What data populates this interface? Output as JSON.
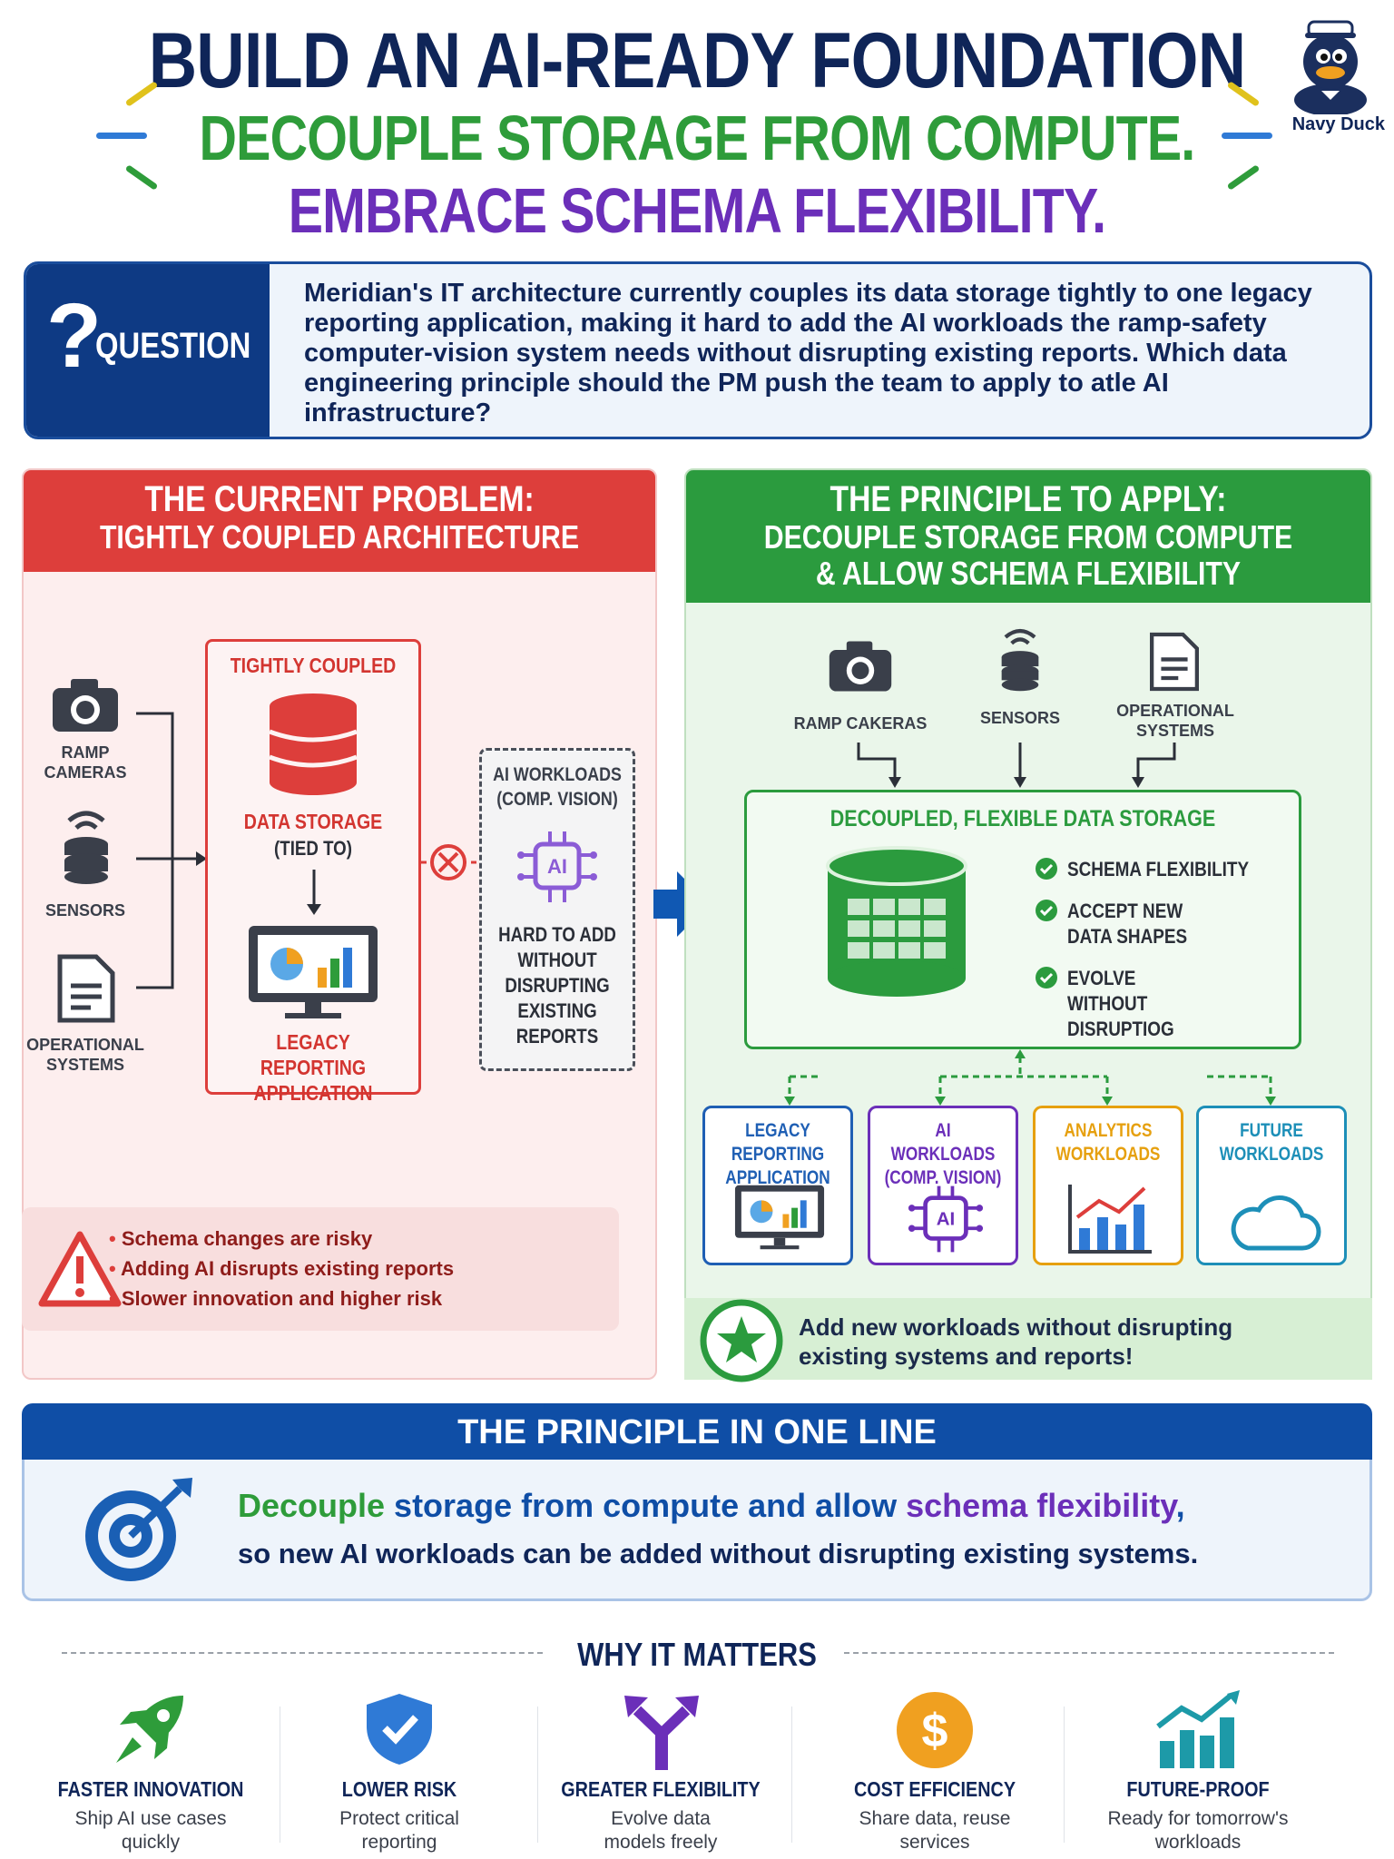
{
  "header": {
    "title": "BUILD AN AI-READY FOUNDATION",
    "subtitle_green": "DECOUPLE STORAGE FROM COMPUTE.",
    "subtitle_purple": "EMBRACE SCHEMA FLEXIBILITY.",
    "mascot_label": "Navy Duck"
  },
  "question": {
    "label": "QUESTION",
    "text": "Meridian's IT architecture currently couples its data storage tightly to one legacy reporting application, making it hard to add the AI workloads the ramp-safety computer-vision system needs without disrupting existing reports. Which data engineering principle should the PM push the team to apply to atle AI infrastructure?"
  },
  "problem": {
    "heading_line1": "THE CURRENT PROBLEM:",
    "heading_line2": "TIGHTLY COUPLED ARCHITECTURE",
    "sources": [
      "RAMP CAMERAS",
      "SENSORS",
      "OPERATIONAL SYSTEMS"
    ],
    "coupled_title": "TIGHTLY COUPLED",
    "storage_label": "DATA STORAGE",
    "tied_to": "(TIED TO)",
    "legacy_label": "LEGACY REPORTING APPLICATION",
    "ai_title": "AI WORKLOADS (COMP. VISION)",
    "ai_hard": "HARD TO ADD WITHOUT DISRUPTING EXISTING REPORTS",
    "risks": [
      "Schema changes are risky",
      "Adding AI disrupts existing reports",
      "Slower innovation and higher risk"
    ]
  },
  "principle": {
    "heading_line1": "THE PRINCIPLE TO APPLY:",
    "heading_line2": "DECOUPLE STORAGE FROM COMPUTE",
    "heading_line3": "& ALLOW SCHEMA FLEXIBILITY",
    "sources": [
      "RAMP CAKERAS",
      "SENSORS",
      "OPERATIONAL SYSTEMS"
    ],
    "storage_title": "DECOUPLED, FLEXIBLE DATA STORAGE",
    "features": [
      "SCHEMA FLEXIBILITY",
      "ACCEPT NEW DATA SHAPES",
      "EVOLVE WITHOUT DISRUPTIOG"
    ],
    "workloads": [
      {
        "label": "LEGACY REPORTING APPLICATION",
        "color": "#1f5fb4"
      },
      {
        "label": "AI WORKLOADS (COMP. VISION)",
        "color": "#6b2fb9"
      },
      {
        "label": "ANALYTICS WORKLOADS",
        "color": "#e6a00f"
      },
      {
        "label": "FUTURE WORKLOADS",
        "color": "#1d8fb8"
      }
    ],
    "benefit": "Add new workloads without disrupting existing systems and reports!"
  },
  "one_line": {
    "heading": "THE PRINCIPLE IN ONE LINE",
    "word_decouple": "Decouple",
    "mid": " storage from compute and allow ",
    "word_schema": "schema flexibility",
    "end": ",",
    "line2": "so new AI workloads can be added without disrupting existing systems."
  },
  "why": {
    "heading": "WHY IT MATTERS",
    "items": [
      {
        "title": "FASTER INNOVATION",
        "sub": "Ship AI use cases quickly",
        "icon": "rocket-icon"
      },
      {
        "title": "LOWER RISK",
        "sub": "Protect critical reporting",
        "icon": "shield-check-icon"
      },
      {
        "title": "GREATER FLEXIBILITY",
        "sub": "Evolve data models freely",
        "icon": "split-arrows-icon"
      },
      {
        "title": "COST EFFICIENCY",
        "sub": "Share data, reuse services",
        "icon": "dollar-coin-icon"
      },
      {
        "title": "FUTURE-PROOF",
        "sub": "Ready for tomorrow's workloads",
        "icon": "growth-chart-icon"
      }
    ]
  },
  "colors": {
    "navy": "#0f2558",
    "green": "#2e9c3a",
    "purple": "#6b2fb9",
    "red": "#dd3e3b",
    "blue": "#0f4ea6"
  }
}
